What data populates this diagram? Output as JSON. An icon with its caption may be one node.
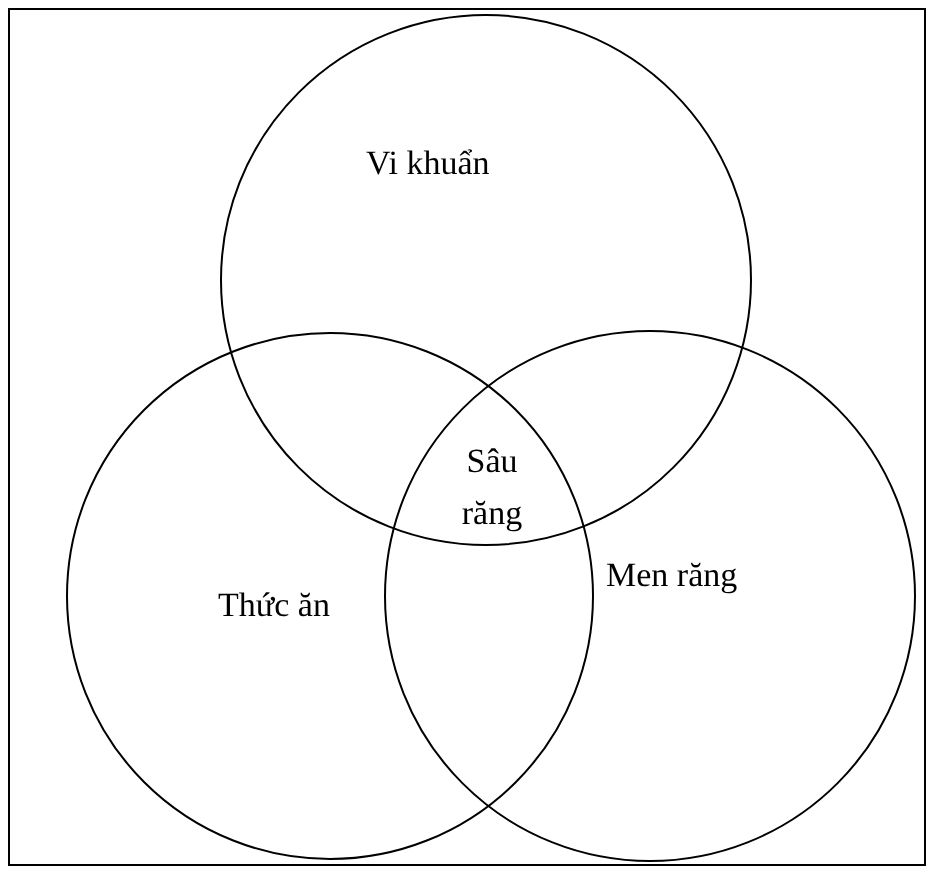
{
  "diagram": {
    "nodes": [
      {
        "text": [
          "Vi khuẩn"
        ]
      },
      {
        "text": [
          "Thức ăn"
        ]
      },
      {
        "text": [
          "Men răng"
        ]
      }
    ],
    "edges": [],
    "labels": [
      "Sâu răng"
    ]
  }
}
